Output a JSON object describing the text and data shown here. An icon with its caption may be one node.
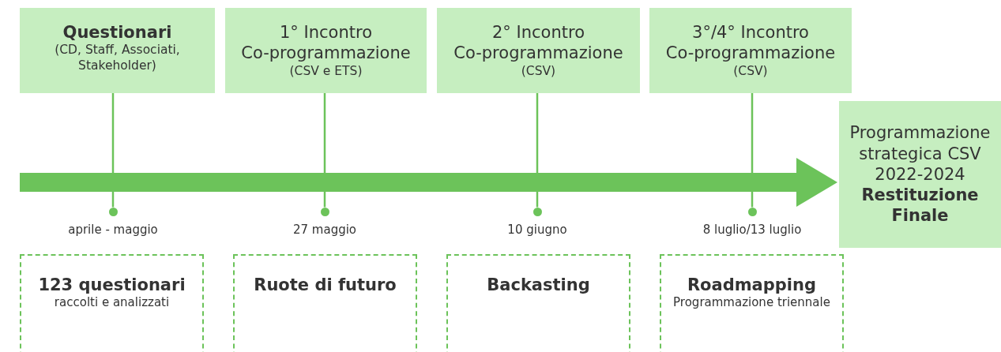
{
  "diagram": {
    "nodes": [
      {
        "text": [
          "Questionari",
          "(CD, Staff, Associati, Stakeholder)"
        ]
      },
      {
        "text": [
          "1° Incontro Co-programmazione",
          "(CSV e ETS)"
        ]
      },
      {
        "text": [
          "2° Incontro Co-programmazione",
          "(CSV)"
        ]
      },
      {
        "text": [
          "3°/4° Incontro Co-programmazione",
          "(CSV)"
        ]
      },
      {
        "text": [
          "Programmazione strategica CSV 2022-2024",
          "Restituzione Finale"
        ]
      },
      {
        "text": [],
        "shape": "circle",
        "beside": [
          "aprile - maggio"
        ]
      },
      {
        "text": [],
        "shape": "circle",
        "beside": [
          "27 maggio"
        ]
      },
      {
        "text": [],
        "shape": "circle",
        "beside": [
          "10 giugno"
        ]
      },
      {
        "text": [],
        "shape": "circle",
        "beside": [
          "8 luglio/13 luglio"
        ]
      },
      {
        "text": [
          "123 questionari",
          "raccolti e analizzati"
        ]
      },
      {
        "text": [
          "Ruote di futuro"
        ]
      },
      {
        "text": [
          "Backasting"
        ]
      },
      {
        "text": [
          "Roadmapping",
          "Programmazione triennale"
        ]
      }
    ],
    "edges": [
      {
        "from": 0,
        "to": 5,
        "arrow": "none"
      },
      {
        "from": 1,
        "to": 6,
        "arrow": "none"
      },
      {
        "from": 2,
        "to": 7,
        "arrow": "none"
      },
      {
        "from": 3,
        "to": 8,
        "arrow": "none"
      },
      {
        "from": null,
        "to": 4,
        "arrow": "to",
        "style": "thick"
      }
    ]
  }
}
